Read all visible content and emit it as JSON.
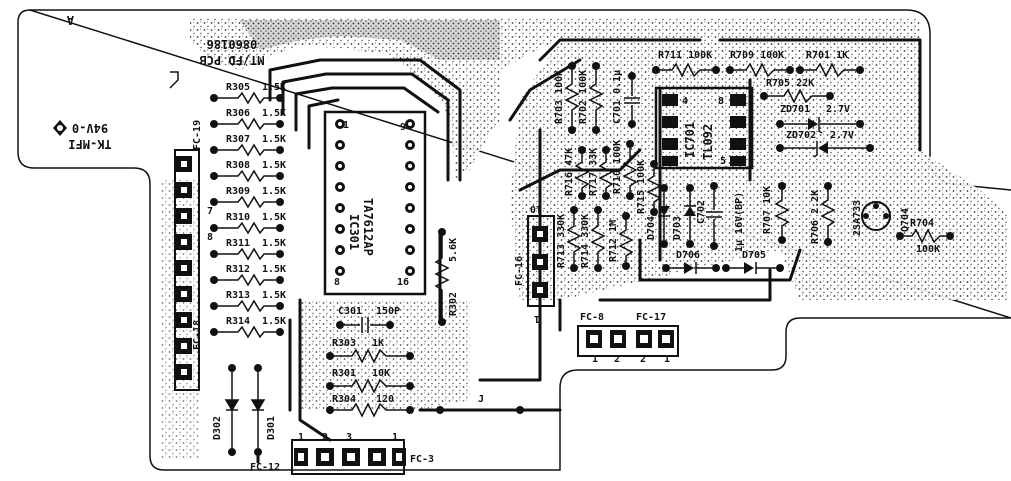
{
  "board": {
    "top_mirrored": [
      "0860186",
      "MT/FD PCB",
      "A"
    ],
    "left_mirrored": [
      "TK-MFI",
      "94V-0"
    ]
  },
  "resistors_left": [
    {
      "ref": "R305",
      "value": "1.5K"
    },
    {
      "ref": "R306",
      "value": "1.5K"
    },
    {
      "ref": "R307",
      "value": "1.5K"
    },
    {
      "ref": "R308",
      "value": "1.5K"
    },
    {
      "ref": "R309",
      "value": "1.5K"
    },
    {
      "ref": "R310",
      "value": "1.5K"
    },
    {
      "ref": "R311",
      "value": "1.5K"
    },
    {
      "ref": "R312",
      "value": "1.5K"
    },
    {
      "ref": "R313",
      "value": "1.5K"
    },
    {
      "ref": "R314",
      "value": "1.5K"
    }
  ],
  "ic301": {
    "ref": "IC301",
    "part": "TA7612AP",
    "pin1": "1",
    "pin9": "9",
    "pin16": "16",
    "pin8": "8"
  },
  "connectors": {
    "fc19": "FC-19",
    "fc18": "FC-18",
    "fc16": "FC-16",
    "fc8": "FC-8",
    "fc17": "FC-17",
    "fc12": "FC-12",
    "fc3": "FC-3",
    "fc3_pins": [
      "1",
      "2",
      "3",
      "1"
    ],
    "fc8_pins": [
      "1",
      "2"
    ],
    "fc17_pins": [
      "2",
      "1"
    ],
    "fc16_pins": [
      "10",
      "1"
    ],
    "fc19_pin": "7",
    "fc18_pin": "8"
  },
  "center_parts": {
    "r302": "R302",
    "r302_value": "5.6K",
    "c301": "C301",
    "c301_value": "150P",
    "r303": "R303",
    "r303_value": "1K",
    "r301": "R301",
    "r301_value": "10K",
    "r304": "R304",
    "r304_value": "120",
    "jumper": "J"
  },
  "diodes_left": {
    "d302": "D302",
    "d301": "D301"
  },
  "right_parts": {
    "r711": "R711 100K",
    "r709": "R709 100K",
    "r701": "R701 1K",
    "r705": "R705 22K",
    "r703": "R703 100K",
    "r702": "R702 100K",
    "c701": "C701 0.1μ",
    "zd701": "ZD701",
    "zd701_v": "2.7V",
    "zd702": "ZD702",
    "zd702_v": "2.7V",
    "ic701": "IC701",
    "ic701_part": "TL092",
    "ic701_pin4": "4",
    "ic701_pin8": "8",
    "ic701_pin5": "5",
    "r716": "R716 47K",
    "r717": "R717 33K",
    "r710": "R710 100K",
    "r715": "R715 100K",
    "r713": "R713 330K",
    "r714": "R714 330K",
    "r712": "R712 1M",
    "d704": "D704",
    "d703": "D703",
    "c702": "C702",
    "c702_value": "1μ 16V(BP)",
    "r707": "R707 10K",
    "r706": "R706 2.2K",
    "q704": "Q704",
    "q704_part": "2SA733",
    "r704": "R704",
    "r704_value": "100K",
    "d706": "D706",
    "d705": "D705"
  }
}
